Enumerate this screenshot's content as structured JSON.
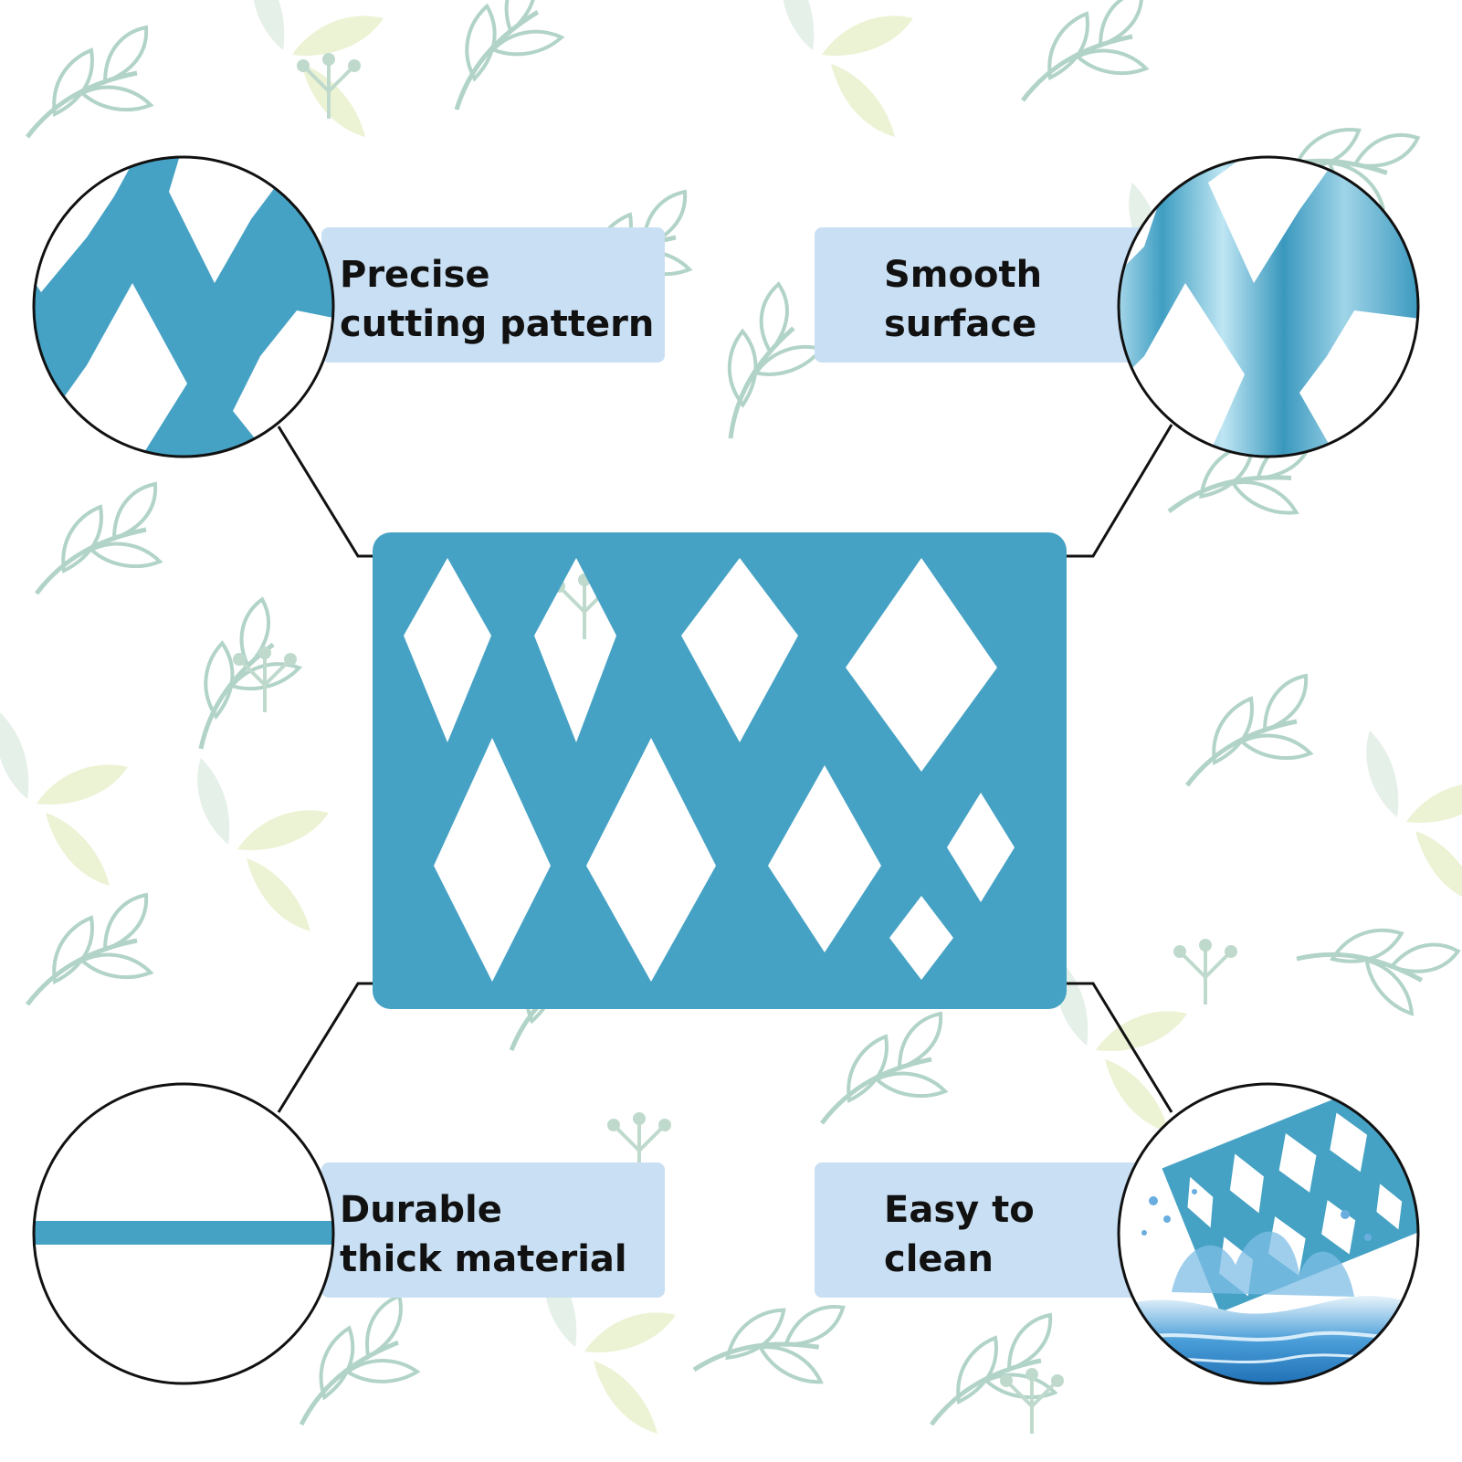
{
  "colors": {
    "stencil_blue": "#46a2c4",
    "label_bg": "#c9dff3",
    "text": "#111111",
    "leaf_green": "#a9cfc2",
    "leaf_yellow": "#d8e6a8"
  },
  "features": [
    {
      "id": "precise",
      "line1": "Precise",
      "line2": "cutting pattern",
      "icon": "diamond-cutout-closeup-icon"
    },
    {
      "id": "smooth",
      "line1": "Smooth",
      "line2": "surface",
      "icon": "glossy-surface-closeup-icon"
    },
    {
      "id": "durable",
      "line1": "Durable",
      "line2": "thick material",
      "icon": "thickness-cross-section-icon"
    },
    {
      "id": "clean",
      "line1": "Easy to",
      "line2": "clean",
      "icon": "water-splash-icon"
    }
  ]
}
